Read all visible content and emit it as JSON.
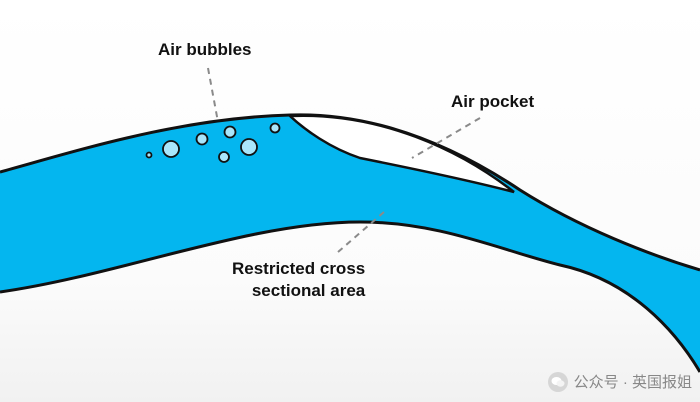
{
  "labels": {
    "air_bubbles": "Air bubbles",
    "air_pocket": "Air pocket",
    "restricted_line1": "Restricted cross",
    "restricted_line2": "sectional area"
  },
  "watermark": {
    "text": "公众号 · 英国报姐"
  },
  "colors": {
    "water": "#04b6ef",
    "outline": "#111111",
    "air_pocket": "#ffffff",
    "leader_line": "#8a8a8a",
    "bubble_fill": "#a9e6fb"
  }
}
